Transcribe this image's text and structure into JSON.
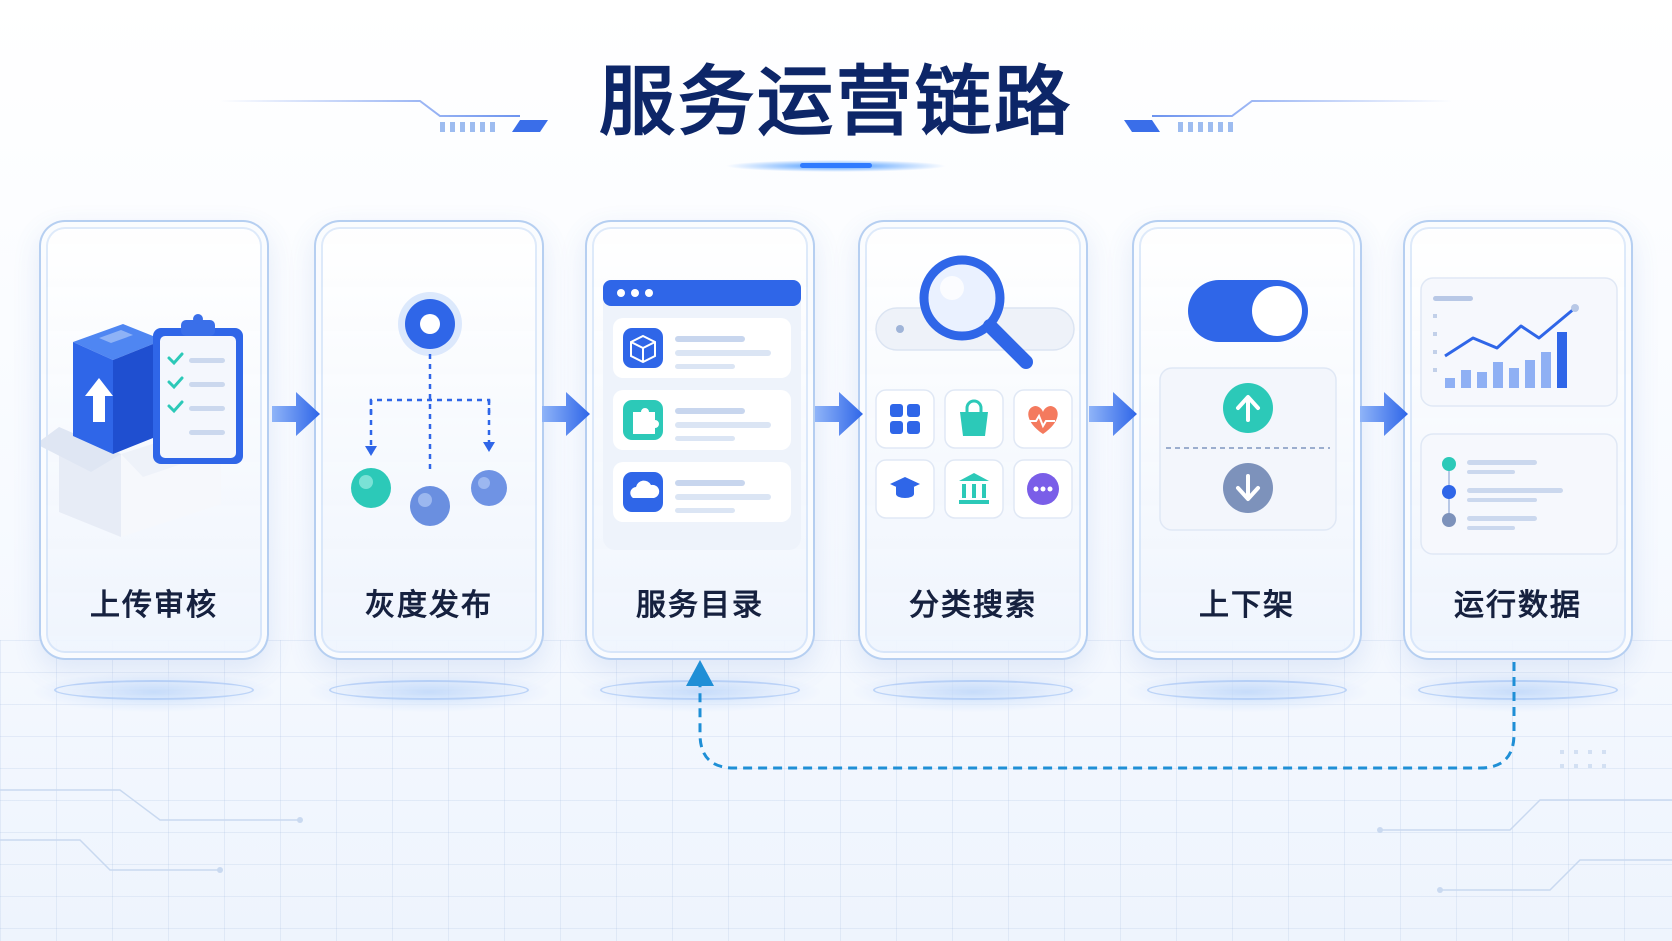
{
  "title": "服务运营链路",
  "steps": [
    {
      "label": "上传审核",
      "icon": "upload-review-icon"
    },
    {
      "label": "灰度发布",
      "icon": "gray-release-tree-icon"
    },
    {
      "label": "服务目录",
      "icon": "service-catalog-icon"
    },
    {
      "label": "分类搜索",
      "icon": "category-search-icon"
    },
    {
      "label": "上下架",
      "icon": "toggle-shelf-icon"
    },
    {
      "label": "运行数据",
      "icon": "runtime-data-icon"
    }
  ],
  "colors": {
    "title": "#0d2668",
    "primary": "#2f66e8",
    "teal": "#2cc9b8",
    "label": "#16213f",
    "loop": "#1f8fd6"
  }
}
